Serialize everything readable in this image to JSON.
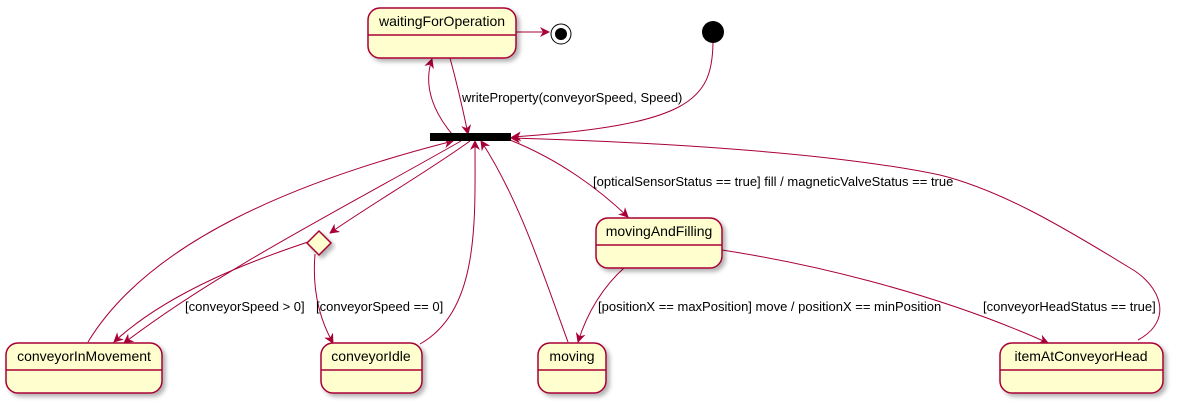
{
  "colors": {
    "state_fill": "#fefece",
    "line": "#a80036",
    "node_black": "#000000"
  },
  "states": {
    "waiting": "waitingForOperation",
    "moving_and_filling": "movingAndFilling",
    "conveyor_in_movement": "conveyorInMovement",
    "conveyor_idle": "conveyorIdle",
    "moving": "moving",
    "item_at_conveyor_head": "itemAtConveyorHead"
  },
  "transitions": {
    "write_property": "writeProperty(conveyorSpeed, Speed)",
    "optical_sensor": "[opticalSensorStatus == true] fill / magneticValveStatus == true",
    "speed_positive": "[conveyorSpeed > 0]",
    "speed_zero": "[conveyorSpeed == 0]",
    "position_move": "[positionX == maxPosition] move / positionX == minPosition",
    "conveyor_head": "[conveyorHeadStatus == true]"
  },
  "pseudostates": [
    "initial",
    "final",
    "fork-join",
    "choice"
  ]
}
